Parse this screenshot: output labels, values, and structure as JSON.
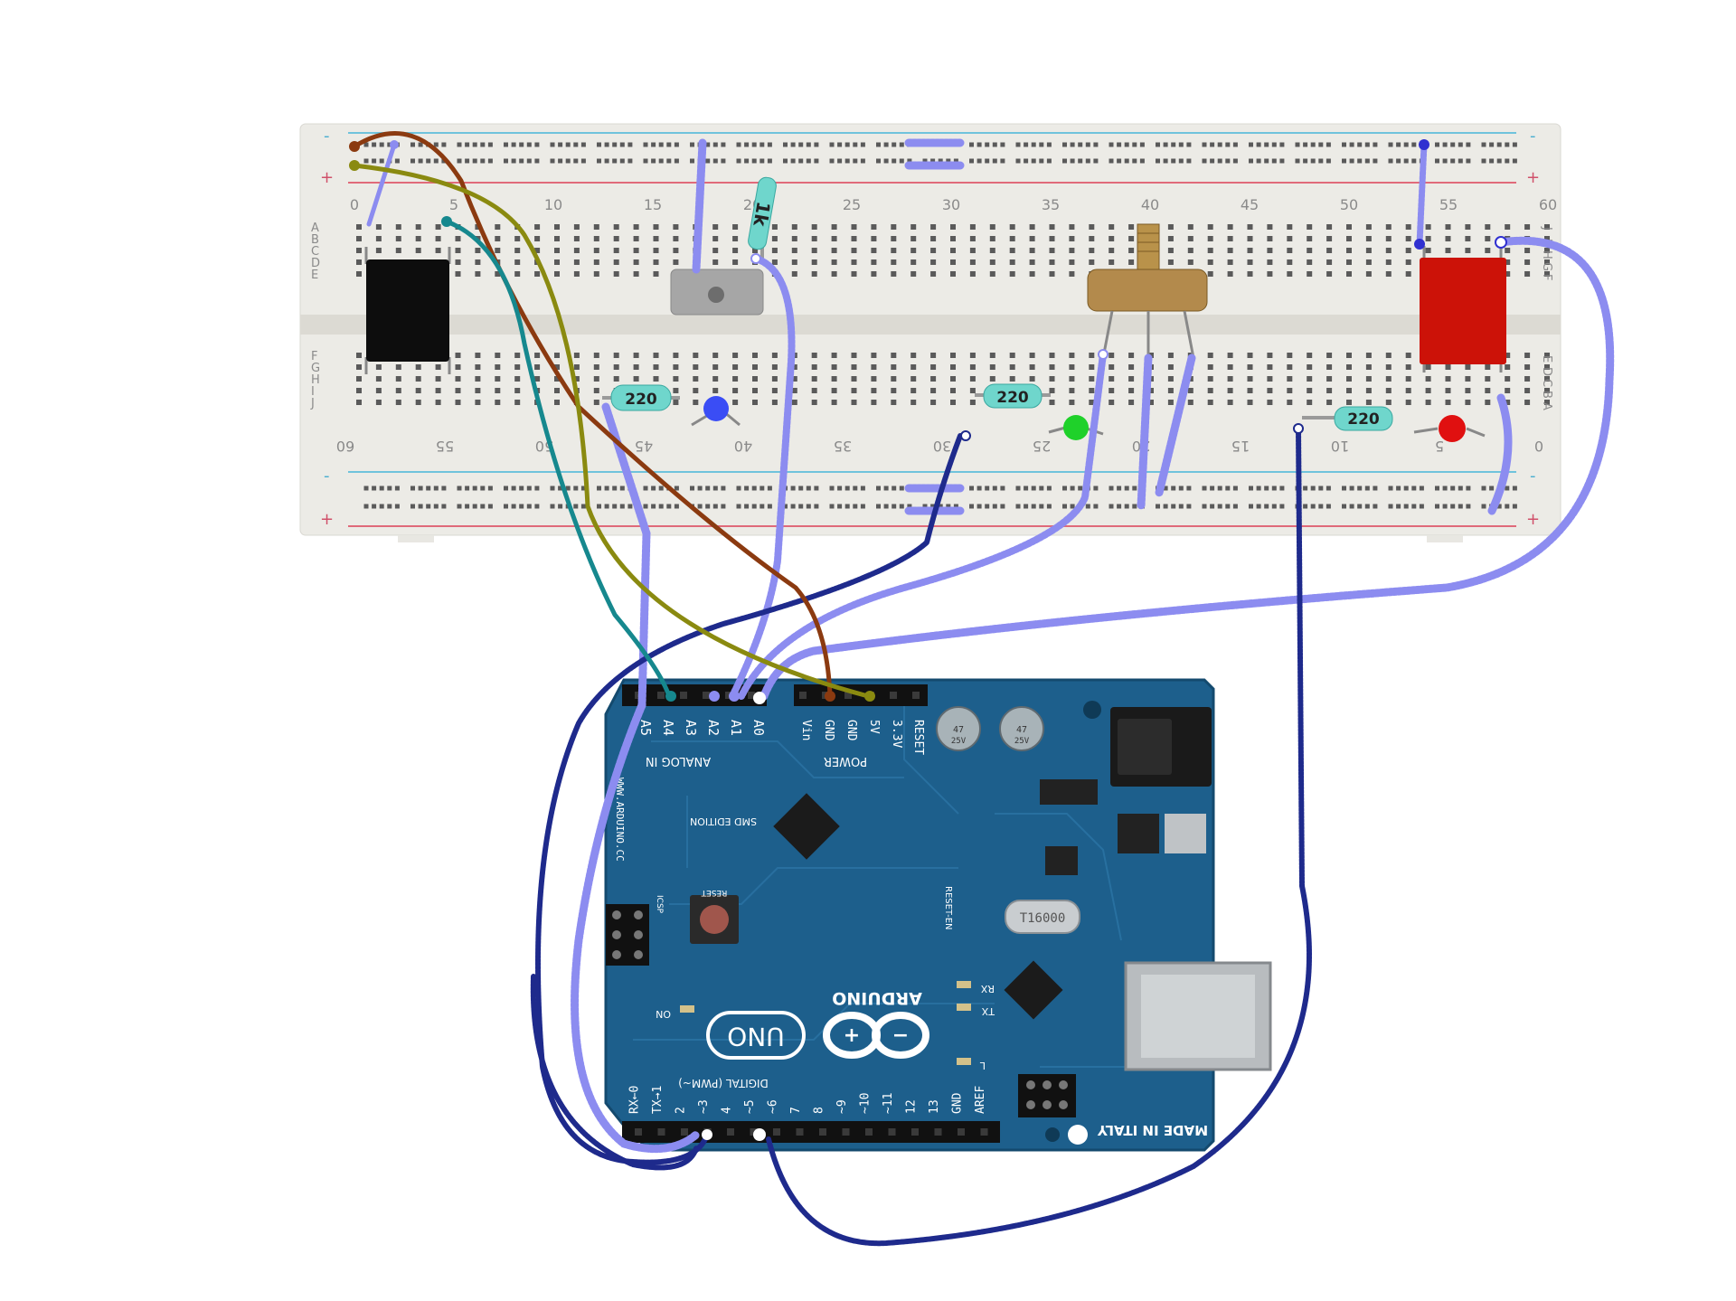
{
  "breadboard": {
    "column_numbers_top": [
      "0",
      "5",
      "10",
      "15",
      "20",
      "25",
      "30",
      "35",
      "40",
      "45",
      "50",
      "55",
      "60"
    ],
    "column_numbers_bottom": [
      "60",
      "55",
      "50",
      "45",
      "40",
      "35",
      "30",
      "25",
      "20",
      "15",
      "10",
      "5",
      "0"
    ],
    "row_letters_left_top": [
      "A",
      "B",
      "C",
      "D",
      "E"
    ],
    "row_letters_left_bottom": [
      "F",
      "G",
      "H",
      "I",
      "J"
    ],
    "row_letters_right_top": [
      "J",
      "I",
      "H",
      "G",
      "F"
    ],
    "row_letters_right_bottom": [
      "E",
      "D",
      "C",
      "B",
      "A"
    ],
    "rail_plus": "+",
    "rail_minus": "-"
  },
  "components": {
    "resistor_1k_label": "1k",
    "resistor_220_label": "220",
    "led_colors": {
      "blue": "#3a4df5",
      "green": "#1fd12a",
      "red": "#e01010"
    }
  },
  "arduino": {
    "header_power_pins": [
      "RESET",
      "3.3V",
      "5V",
      "GND",
      "GND",
      "Vin"
    ],
    "header_analog_pins": [
      "A0",
      "A1",
      "A2",
      "A3",
      "A4",
      "A5"
    ],
    "power_label": "POWER",
    "analog_label": "ANALOG IN",
    "digital_label": "DIGITAL (PWM~)",
    "digital_pins": [
      "AREF",
      "GND",
      "13",
      "12",
      "~11",
      "~10",
      "~9",
      "8",
      "7",
      "~6",
      "~5",
      "4",
      "~3",
      "2",
      "TX→1",
      "RX←0"
    ],
    "brand": "ARDUINO",
    "model": "UNO",
    "made_in": "MADE IN ITALY",
    "website": "WWW.ARDUINO.CC",
    "smd_edition": "SMD EDITION",
    "icsp": "ICSP",
    "reset": "RESET",
    "reset_en": "RESET-EN",
    "on_led": "ON",
    "rx_led": "RX",
    "tx_led": "TX",
    "l_led": "L",
    "crystal": "T16000",
    "cap_text": [
      "47",
      "25V"
    ],
    "board_color": "#1d5f8c"
  },
  "wire_colors": {
    "brown": "#8b3a10",
    "olive": "#8a8a10",
    "teal": "#16888e",
    "light_blue": "#8c8cf0",
    "dark_blue": "#1e2a8c"
  }
}
